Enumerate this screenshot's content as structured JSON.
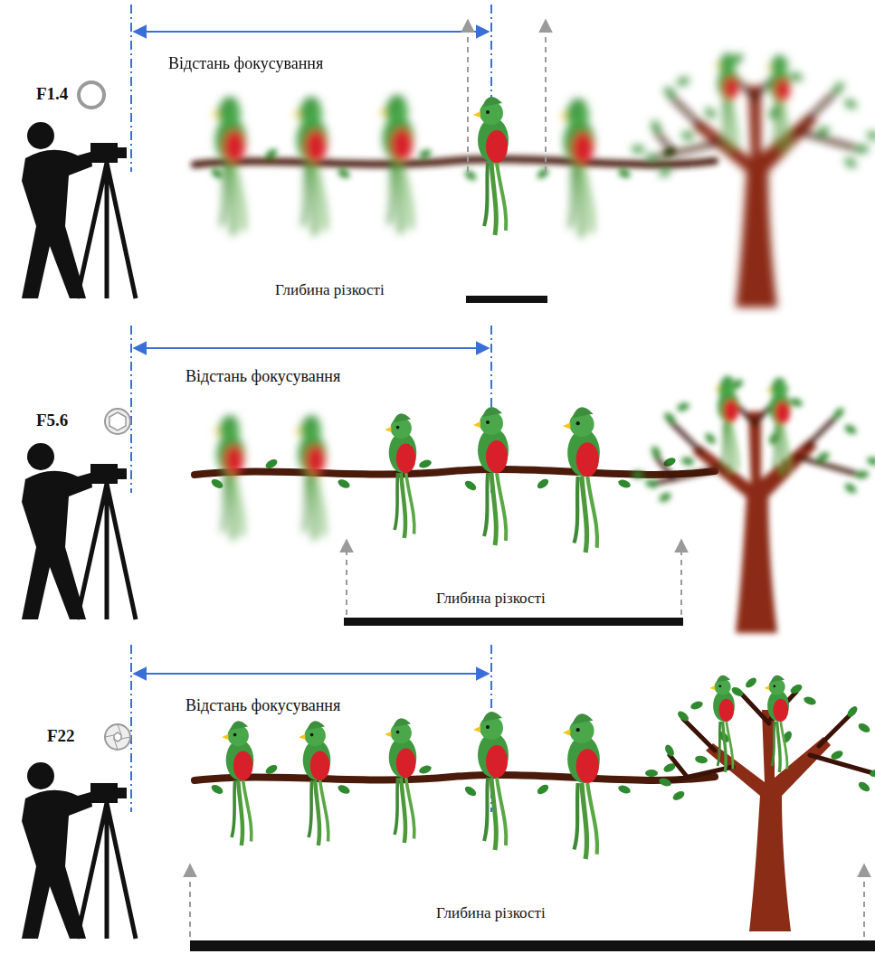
{
  "diagram": {
    "labels": [
      "F1.4",
      "Відстань фокусування",
      "Глибина різкості",
      "F5.6",
      "Відстань фокусування",
      "Глибина різкості",
      "F22",
      "Відстань фокусування",
      "Глибина різкості"
    ]
  }
}
